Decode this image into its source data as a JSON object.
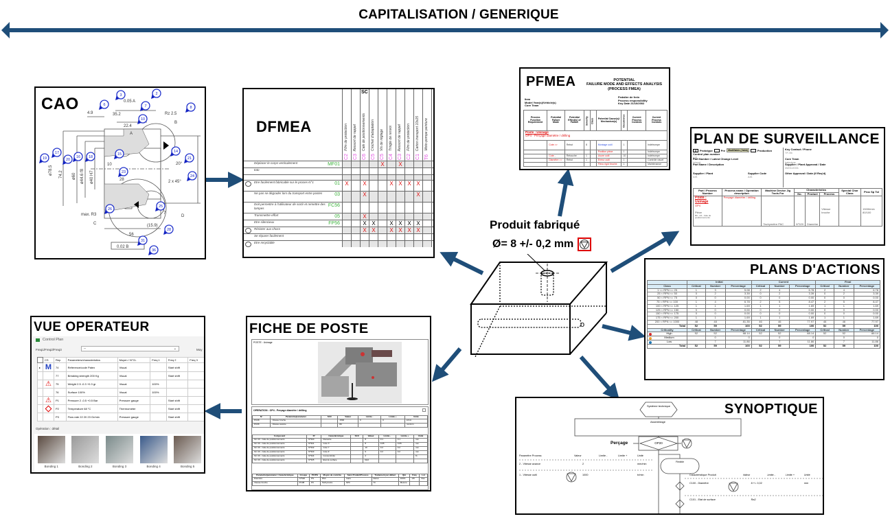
{
  "header": {
    "title": "CAPITALISATION / GENERIQUE"
  },
  "colors": {
    "arrow": "#1f4e79",
    "red": "#e01010",
    "green": "#3bb13b",
    "magenta": "#e050e0",
    "table_header": "#d9ecf7"
  },
  "center": {
    "title": "Produit fabriqué",
    "dimension": "Ø= 8 +/- 0,2 mm",
    "icon": "special-characteristic-icon"
  },
  "cao": {
    "title": "CAO",
    "balloons": [
      "2",
      "3",
      "6",
      "7",
      "8",
      "10",
      "14",
      "15",
      "16",
      "17",
      "18",
      "19",
      "20",
      "21",
      "23",
      "24",
      "25",
      "26",
      "28",
      "31",
      "36"
    ],
    "dims": [
      "0.05 A",
      "4.9",
      "35.2",
      "22.4",
      "Rz 2.5",
      "B",
      "A",
      "ø78.5",
      "74.2",
      "ø60",
      "ø44.6 f8",
      "ø40 H7",
      "10",
      "28",
      "20°",
      "2 x 45°",
      "max. R3",
      "C",
      "D",
      "(15.9)",
      "56",
      "0.02 B",
      "7"
    ]
  },
  "dfmea": {
    "title": "DFMEA",
    "sc_label": "SC",
    "columns": [
      {
        "name": "Film de protection",
        "code": "C2"
      },
      {
        "name": "Ressort de rappel",
        "code": "C3"
      },
      {
        "name": "Cale de positionnements",
        "code": "C6"
      },
      {
        "name": "Crochet d'adaptation",
        "code": "C5"
      },
      {
        "name": "Vis de réglage",
        "code": "C5"
      },
      {
        "name": "Tringle de renvoi",
        "code": "C4"
      },
      {
        "name": "Ressort de rappel",
        "code": "C3"
      },
      {
        "name": "Film de protection",
        "code": "C2"
      },
      {
        "name": "Carton transport 10x25",
        "code": "C1"
      },
      {
        "name": "Moto-pompe peinture",
        "code": "T6"
      }
    ],
    "rows": [
      {
        "label": "Déplacer le corps verticalement",
        "code": "MF01",
        "icon": false,
        "marks": [
          "",
          "",
          "",
          "",
          "X",
          "",
          "X",
          "",
          "",
          ""
        ],
        "color": "red"
      },
      {
        "label": "toto",
        "code": "",
        "icon": false,
        "marks": [
          "",
          "",
          "",
          "",
          "",
          "",
          "",
          "",
          "",
          ""
        ],
        "color": "red"
      },
      {
        "label": "",
        "code": "",
        "icon": false,
        "marks": [
          "",
          "",
          "",
          "",
          "",
          "",
          "",
          "",
          "",
          ""
        ],
        "color": "red"
      },
      {
        "label": "Etre facilement fabricable sur le proces-N°1",
        "code": "01",
        "icon": true,
        "marks": [
          "X",
          "",
          "X",
          "",
          "",
          "X",
          "X",
          "X",
          "X",
          ""
        ],
        "color": "red"
      },
      {
        "label": "Ne pas se dégrader lors du transport entre postes",
        "code": "03",
        "icon": false,
        "marks": [
          "",
          "",
          "X",
          "",
          "",
          "",
          "",
          "",
          "X",
          ""
        ],
        "color": "red"
      },
      {
        "label": "Doit permettre à l'utilisateur de sortir et remettre des lampes",
        "code": "FC56",
        "icon": false,
        "marks": [
          "",
          "",
          "",
          "",
          "",
          "",
          "",
          "",
          "",
          ""
        ],
        "color": "red"
      },
      {
        "label": "Transmettre effort",
        "code": "05",
        "icon": false,
        "marks": [
          "",
          "",
          "X",
          "",
          "",
          "",
          "",
          "",
          "",
          ""
        ],
        "color": "red"
      },
      {
        "label": "Etre silencieux",
        "code": "FP56",
        "icon": false,
        "marks": [
          "",
          "",
          "X",
          "X",
          "",
          "X",
          "X",
          "X",
          "X",
          ""
        ],
        "color": "black"
      },
      {
        "label": "Résister aux chocs",
        "code": "",
        "icon": true,
        "marks": [
          "",
          "",
          "X",
          "X",
          "",
          "X",
          "X",
          "X",
          "X",
          ""
        ],
        "color": "red"
      },
      {
        "label": "Se réparer facilement",
        "code": "",
        "icon": false,
        "marks": [
          "",
          "",
          "",
          "",
          "",
          "",
          "",
          "",
          "",
          ""
        ],
        "color": "red"
      },
      {
        "label": "Etre recyclable",
        "code": "",
        "icon": true,
        "marks": [
          "",
          "",
          "",
          "",
          "",
          "",
          "",
          "",
          "",
          ""
        ],
        "color": "red"
      }
    ]
  },
  "pfmea": {
    "title": "PFMEA",
    "subtitle": [
      "POTENTIAL",
      "FAILURE MODE AND EFFECTS ANALYSIS",
      "(PROCESS FMEA)"
    ],
    "meta_left": [
      "Item",
      "Model Year(s)/Vehicle(s)",
      "Core Team"
    ],
    "meta_right": [
      "Pedalier de frein",
      "Process responsibility",
      "Key Date   21/10/2002"
    ],
    "headers": [
      "Process Function Requirement",
      "Potential Failure Mode",
      "Potential Effect(s) of Failure",
      "Severity",
      "Class",
      "Potential Cause(s)/ Mechanism(s)",
      "Occurrence",
      "Current Process Controls",
      "Current Process Controls"
    ],
    "poste": "Poste : Usinage",
    "operation": "OP4 - Perçage diamètre / drilling",
    "rows": [
      [
        "Cote >>",
        "Rebut",
        "8",
        "",
        "Montage outil",
        "1",
        "",
        "Indétrompe"
      ],
      [
        "",
        "",
        "",
        "",
        "Position pièce",
        "1",
        "",
        "Indétrompe"
      ],
      [
        "Cote -",
        "Retouche",
        "1",
        "",
        "Usure outil",
        "10",
        "",
        "Indétrompe"
      ],
      [
        "Diamètre >>",
        "Rebut",
        "1",
        "",
        "Erreur outil",
        "1",
        "",
        "Contrôle visuel"
      ],
      [
        "",
        "",
        "",
        "",
        "Flexo rigid broche",
        "1",
        "",
        "Maintenance"
      ]
    ]
  },
  "plan_surveillance": {
    "title": "PLAN DE SURVEILLANCE",
    "checkboxes": [
      {
        "mark": "X",
        "label": "Prototype"
      },
      {
        "mark": "",
        "label": "Pre"
      },
      {
        "mark": "",
        "label": "Production"
      }
    ],
    "tooltip": "Modifiable (Valid)",
    "fields": [
      {
        "label": "Control plan number",
        "value": "AIS"
      },
      {
        "label": "Key Contact / Phone",
        "value": "TF-96"
      },
      {
        "label": "Part Number / Latest Change Level",
        "value": "Inland"
      },
      {
        "label": "Core Team",
        "value": "kalevime"
      },
      {
        "label": "Part Name / Description",
        "value": ""
      },
      {
        "label": "Supplier / Plant Approval / Date",
        "value": "26/01/2001"
      },
      {
        "label": "Supplier / Plant",
        "value": "AIS"
      },
      {
        "label": "Supplier Code",
        "value": "AIS"
      },
      {
        "label": "Other Approval / Date (If Req'd)",
        "value": ""
      }
    ],
    "headers": [
      "Part / Process Number",
      "Process name / Operation description",
      "Machine Device Jig Tools For",
      "Characteristics",
      "No.",
      "Product",
      "Process",
      "Special Char Class",
      "Proc Sp Tol"
    ],
    "poste": "Poste : Usinage",
    "row": {
      "op": "OP4",
      "operation": "Perçage diamètre / drilling",
      "machine": "Tachymètre PAC",
      "no": "N°520",
      "product": "Diamètre",
      "process": "Vitesse broche",
      "tol": "1500t/min 80/100",
      "part": "Pièce",
      "part2": "B0 - C6 - Cale de positionnements"
    }
  },
  "plans_actions": {
    "title": "PLANS D'ACTIONS",
    "groups": [
      "Initial",
      "Current",
      "Final"
    ],
    "sub": [
      "Critical",
      "Number",
      "Percentage"
    ],
    "class_header": "Class",
    "rows": [
      {
        "class": "1 <= RPN <= 25",
        "v": [
          "1",
          "3",
          "5.08",
          "2",
          "4",
          "6.78",
          "2",
          "4",
          "6.78"
        ]
      },
      {
        "class": "25 < RPN <= 50",
        "v": [
          "0",
          "2",
          "3.39",
          "0",
          "2",
          "3.39",
          "0",
          "2",
          "3.39"
        ]
      },
      {
        "class": "50 < RPN <= 75",
        "v": [
          "0",
          "0",
          "0.00",
          "0",
          "0",
          "0.00",
          "0",
          "0",
          "0.00"
        ]
      },
      {
        "class": "75 < RPN <= 100",
        "v": [
          "1",
          "4",
          "6.78",
          "2",
          "5",
          "8.47",
          "2",
          "5",
          "8.47"
        ]
      },
      {
        "class": "100 < RPN <= 125",
        "v": [
          "1",
          "1",
          "1.69",
          "1",
          "1",
          "1.69",
          "1",
          "1",
          "1.69"
        ]
      },
      {
        "class": "125 < RPN <= 150",
        "v": [
          "0",
          "0",
          "0.00",
          "0",
          "0",
          "0.00",
          "0",
          "0",
          "0.00"
        ]
      },
      {
        "class": "150 < RPN <= 175",
        "v": [
          "0",
          "0",
          "0.00",
          "0",
          "0",
          "0.00",
          "0",
          "0",
          "0.00"
        ]
      },
      {
        "class": "175 < RPN <= 200",
        "v": [
          "1",
          "1",
          "1.69",
          "1",
          "1",
          "1.69",
          "1",
          "1",
          "1.69"
        ]
      },
      {
        "class": "200 < RPN <= 1000",
        "v": [
          "48",
          "48",
          "81.35",
          "46",
          "46",
          "77.97",
          "46",
          "46",
          "77.97"
        ]
      }
    ],
    "total_label": "Total",
    "total1": [
      "52",
      "59",
      "100",
      "52",
      "59",
      "100",
      "52",
      "59",
      "100"
    ],
    "criticality_header": "Criticality",
    "crit_rows": [
      {
        "name": "High",
        "color": "#d62728",
        "v": [
          "52",
          "52",
          "88.14",
          "52",
          "52",
          "88.14",
          "52",
          "52",
          "88.14"
        ]
      },
      {
        "name": "Medium",
        "color": "#f0a030",
        "v": [
          "",
          "0",
          "0",
          "",
          "0",
          "0",
          "",
          "0",
          "0"
        ]
      },
      {
        "name": "Low",
        "color": "#1f77b4",
        "v": [
          "",
          "7",
          "11.86",
          "",
          "7",
          "11.86",
          "",
          "7",
          "11.86"
        ]
      }
    ],
    "total2": [
      "52",
      "59",
      "100",
      "52",
      "59",
      "100",
      "52",
      "59",
      "100"
    ]
  },
  "vue_operateur": {
    "title": "VUE OPERATEUR",
    "window_title": "Control Plan",
    "filter_label": "Freq1/Freq2/Freq3",
    "filter_value": "--",
    "filter_label2": "Moy",
    "headers": [
      "CS",
      "Rep",
      "Parameters/characteristics",
      "Moyen / N°CL",
      "Freq 1",
      "Freq 2",
      "Freq 3"
    ],
    "rows": [
      {
        "cs": "M",
        "rep": "74",
        "param": "Reference/code Patex",
        "moyen": "Visual",
        "f1": "",
        "f2": "Start shift"
      },
      {
        "cs": "",
        "rep": "77",
        "param": "Breaking strength 200  Kg",
        "moyen": "Visual",
        "f1": "",
        "f2": "Start shift"
      },
      {
        "cs": "warn",
        "rep": "75",
        "param": "Weight 2.5 -0.3 +0.3 gr",
        "moyen": "Visual",
        "f1": "100%",
        "f2": ""
      },
      {
        "cs": "",
        "rep": "76",
        "param": "Surface 100%",
        "moyen": "Visual",
        "f1": "100%",
        "f2": ""
      },
      {
        "cs": "warn",
        "rep": "P1",
        "param": "Pressure 2 -0.5 +0.5 Bar",
        "moyen": "Pressure gauge",
        "f1": "",
        "f2": "Start shift"
      },
      {
        "cs": "diamond",
        "rep": "P2",
        "param": "Temperature 68  °C",
        "moyen": "Thermometer",
        "f1": "",
        "f2": "Start shift"
      },
      {
        "cs": "",
        "rep": "P3",
        "param": "Flow rate 22 20 23 Gr/min",
        "moyen": "Pressure gauge",
        "f1": "",
        "f2": "Start shift"
      }
    ],
    "operation_label": "Opération : détail",
    "images": [
      "Bonding 1",
      "Bonding 2",
      "Bonding 3",
      "Bonding 4",
      "Bonding 5"
    ]
  },
  "fiche_poste": {
    "title": "FICHE DE POSTE",
    "poste_label": "POSTE : Usinage",
    "operation": "OPERATION : OP4 - Perçage diamètre / drilling",
    "t1_headers": [
      "N°",
      "Paramètre/parameter",
      "SCC",
      "Valeur",
      "Limite -",
      "Limite +",
      "Unité"
    ],
    "t1_rows": [
      [
        "PC08",
        "Vitesse broche",
        "",
        "1500",
        "0",
        "0",
        "tr/min"
      ],
      [
        "PC06",
        "Vitesse avance",
        "",
        "80",
        "",
        "",
        "mm/min"
      ]
    ],
    "t2_headers": [
      "Composant",
      "N°",
      "Caractéristique",
      "SCC",
      "Valeur",
      "Limite -",
      "Limite +",
      "Unité"
    ],
    "t2_rows": [
      [
        "SC C6 - Cale de positionnements",
        "N°520",
        "Diamètre",
        "",
        "8",
        "0.1",
        "0.1",
        "mm"
      ],
      [
        "SC C6 - Cale de positionnements",
        "N°521",
        "Cote X",
        "",
        "8",
        "0.05",
        "0.05",
        "mm"
      ],
      [
        "SC C6 - Cale de positionnements",
        "N°522",
        "Cote Y",
        "",
        "10",
        "0.2",
        "0.2",
        "mm"
      ],
      [
        "SC C6 - Cale de positionnements",
        "N°523",
        "Cote Z",
        "",
        "9",
        "0.2",
        "0.2",
        "mm"
      ],
      [
        "SC C6 - Cale de positionnements",
        "N°524",
        "Concentricité",
        "",
        "2",
        "",
        "",
        "%"
      ],
      [
        "SC C6 - Cale de positionnements",
        "N°525",
        "Etat de surface",
        "",
        "Ra3",
        "",
        "",
        ""
      ]
    ],
    "t3_headers": [
      "Paramètre/parameter / Caractéristique",
      "Groupe",
      "PC/PG",
      "Moyen de contrôle",
      "Suivi Produit/Process",
      "Traitement par défaut",
      "Qté",
      "Fréq.",
      "Lot"
    ],
    "t3_rows": [
      [
        "Diamètre",
        "N°520",
        "PS",
        "PAC",
        "Carte",
        "Rebut",
        "100%",
        "1/8",
        "Visu"
      ],
      [
        "Vitesse broche",
        "PC08",
        "PC",
        "Tachymètre",
        "SPC",
        "Tri",
        "Mesure",
        "",
        ""
      ]
    ]
  },
  "synoptique": {
    "title": "SYNOPTIQUE",
    "system": "Système technique",
    "assembly": "Assemblage",
    "op_label": "Perçage",
    "op_code": "OP20",
    "param_headers": [
      "Paramètre Process",
      "Valeur",
      "Limite -",
      "Limite +",
      "Unité"
    ],
    "params": [
      [
        "2 - Vitesse avance",
        "2",
        "",
        "",
        "mm/min"
      ],
      [
        "1 - Vitesse outil",
        "1000",
        "",
        "",
        "tr/min"
      ]
    ],
    "flexible": "Flexible",
    "char_headers": [
      "Caractéristique Produit",
      "Valeur",
      "Limite -",
      "Limite +",
      "Unité"
    ],
    "chars": [
      [
        "C100 - Diamètre",
        "8 +/- 0,02",
        "",
        "",
        "mm"
      ],
      [
        "C101 - Etat de surface",
        "Ra2",
        "",
        "",
        ""
      ]
    ]
  }
}
